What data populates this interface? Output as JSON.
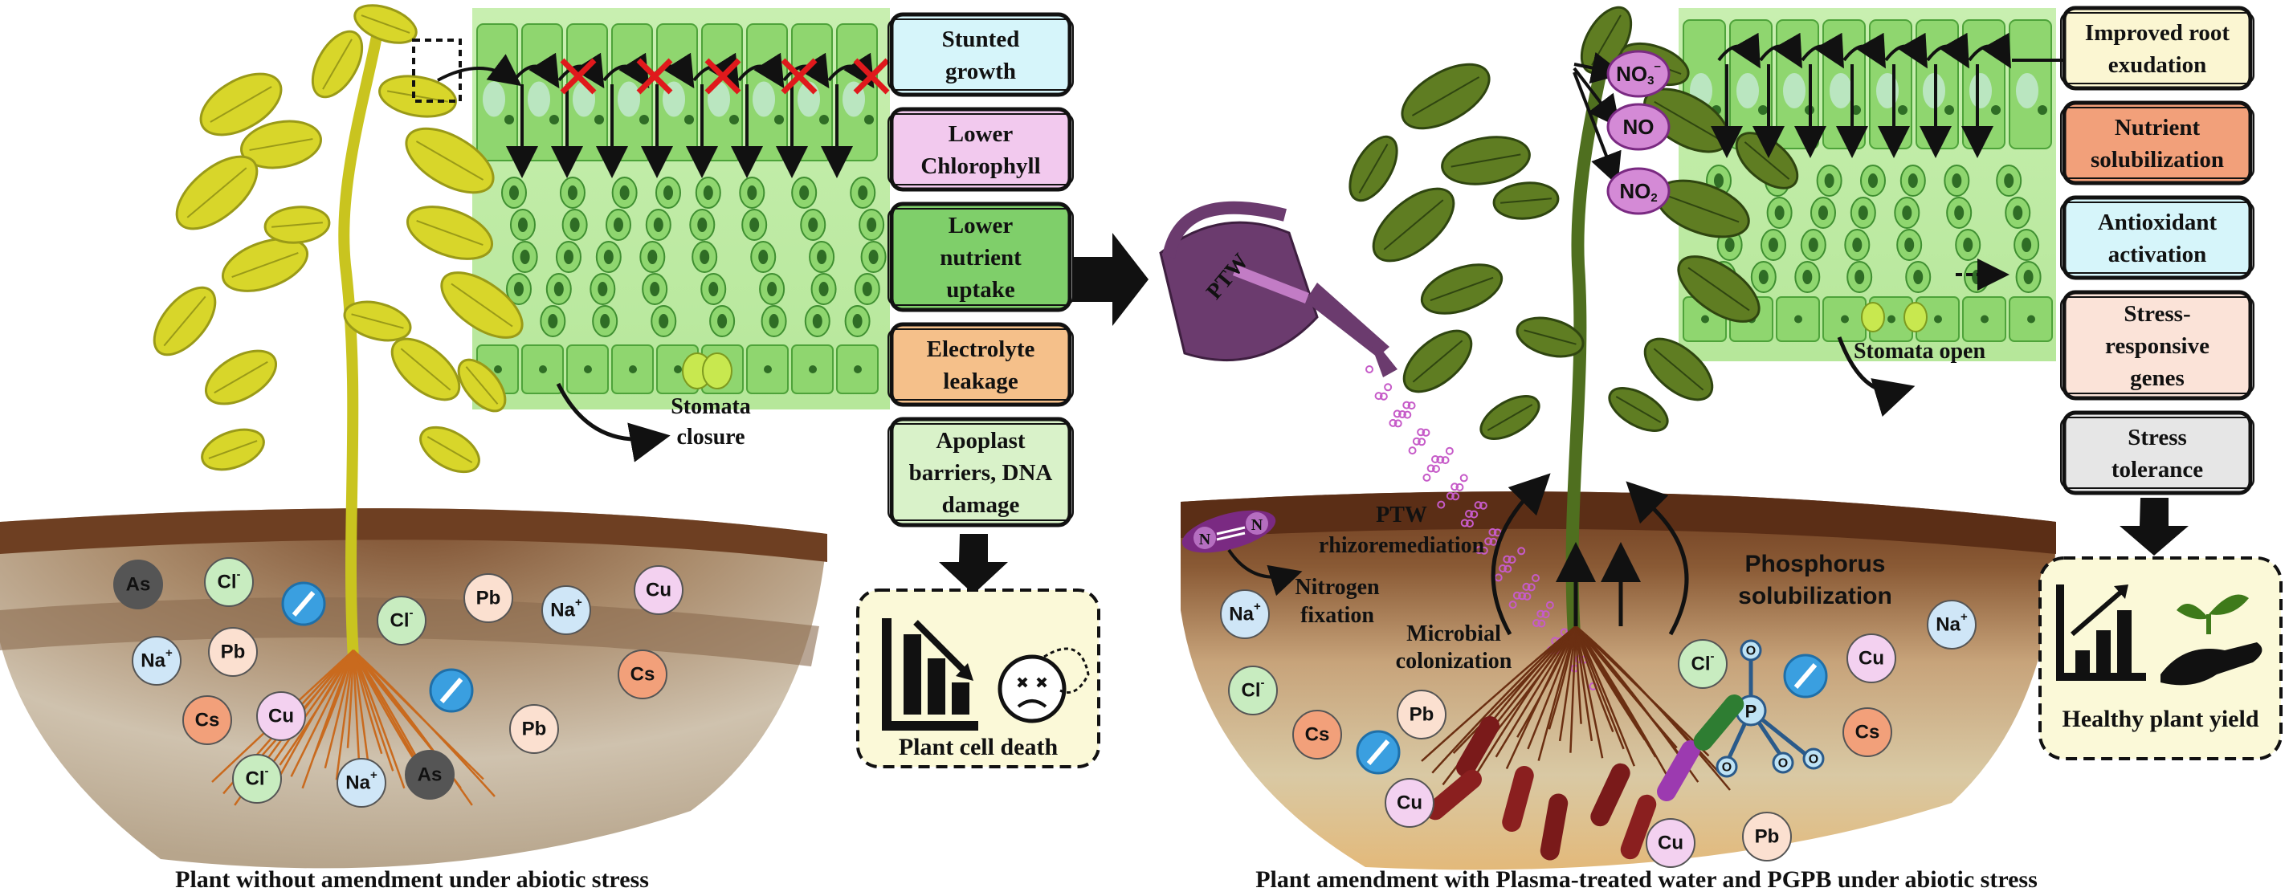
{
  "left_panel": {
    "caption": "Plant without amendment under abiotic stress",
    "stomata_label_line1": "Stomata",
    "stomata_label_line2": "closure",
    "outcome_label": "Plant cell death",
    "effect_boxes": [
      {
        "lines": [
          "Stunted",
          "growth"
        ],
        "color": "#d6f5fa"
      },
      {
        "lines": [
          "Lower",
          "Chlorophyll"
        ],
        "color": "#f2c9ee"
      },
      {
        "lines": [
          "Lower",
          "nutrient",
          "uptake"
        ],
        "color": "#7fcf6a"
      },
      {
        "lines": [
          "Electrolyte",
          "leakage"
        ],
        "color": "#f5c08a"
      },
      {
        "lines": [
          "Apoplast",
          "barriers, DNA",
          "damage"
        ],
        "color": "#d9f2c9"
      }
    ],
    "soil_ions": [
      {
        "label": "As",
        "sup": "",
        "color": "#555555"
      },
      {
        "label": "Cl",
        "sup": "-",
        "color": "#c8ecc0"
      },
      {
        "label": "Cl",
        "sup": "-",
        "color": "#c8ecc0"
      },
      {
        "label": "Pb",
        "sup": "",
        "color": "#fbe0d0"
      },
      {
        "label": "Na",
        "sup": "+",
        "color": "#cfe6f7"
      },
      {
        "label": "Cu",
        "sup": "",
        "color": "#f3d1f0"
      },
      {
        "label": "Na",
        "sup": "+",
        "color": "#cfe6f7"
      },
      {
        "label": "Pb",
        "sup": "",
        "color": "#fbe0d0"
      },
      {
        "label": "Cs",
        "sup": "",
        "color": "#f2a07a"
      },
      {
        "label": "Cs",
        "sup": "",
        "color": "#f2a07a"
      },
      {
        "label": "Cu",
        "sup": "",
        "color": "#f3d1f0"
      },
      {
        "label": "Pb",
        "sup": "",
        "color": "#fbe0d0"
      },
      {
        "label": "Cl",
        "sup": "-",
        "color": "#c8ecc0"
      },
      {
        "label": "Na",
        "sup": "+",
        "color": "#cfe6f7"
      },
      {
        "label": "As",
        "sup": "",
        "color": "#555555"
      }
    ]
  },
  "right_panel": {
    "caption": "Plant amendment with Plasma-treated water and PGPB under abiotic stress",
    "watering_can_label": "PTW",
    "stomata_label": "Stomata open",
    "outcome_label": "Healthy plant yield",
    "gas_labels": [
      {
        "label": "NO",
        "sub": "3",
        "sup": "–"
      },
      {
        "label": "NO",
        "sub": "",
        "sup": ""
      },
      {
        "label": "NO",
        "sub": "2",
        "sup": ""
      }
    ],
    "soil_process_labels": {
      "ptw_line1": "PTW",
      "ptw_line2": "rhizoremediation",
      "nitrogen_line1": "Nitrogen",
      "nitrogen_line2": "fixation",
      "microbial_line1": "Microbial",
      "microbial_line2": "colonization",
      "phosphorus_line1": "Phosphorus",
      "phosphorus_line2": "solubilization",
      "phosphate_center": "P",
      "phosphate_oxygen": "O",
      "n2_atom": "N"
    },
    "effect_boxes": [
      {
        "lines": [
          "Improved root",
          "exudation"
        ],
        "color": "#fbf6d2"
      },
      {
        "lines": [
          "Nutrient",
          "solubilization"
        ],
        "color": "#f2a07a"
      },
      {
        "lines": [
          "Antioxidant",
          "activation"
        ],
        "color": "#d6f5fa"
      },
      {
        "lines": [
          "Stress-",
          "responsive",
          "genes"
        ],
        "color": "#fbe3d8"
      },
      {
        "lines": [
          "Stress",
          "tolerance"
        ],
        "color": "#e6e6e6"
      }
    ],
    "soil_ions": [
      {
        "label": "Na",
        "sup": "+",
        "color": "#cfe6f7"
      },
      {
        "label": "Cl",
        "sup": "-",
        "color": "#c8ecc0"
      },
      {
        "label": "Cs",
        "sup": "",
        "color": "#f2a07a"
      },
      {
        "label": "Pb",
        "sup": "",
        "color": "#fbe0d0"
      },
      {
        "label": "Cu",
        "sup": "",
        "color": "#f3d1f0"
      },
      {
        "label": "Cu",
        "sup": "",
        "color": "#f3d1f0"
      },
      {
        "label": "Pb",
        "sup": "",
        "color": "#fbe0d0"
      },
      {
        "label": "Cl",
        "sup": "-",
        "color": "#c8ecc0"
      },
      {
        "label": "Cu",
        "sup": "",
        "color": "#f3d1f0"
      },
      {
        "label": "Cs",
        "sup": "",
        "color": "#f2a07a"
      },
      {
        "label": "Na",
        "sup": "+",
        "color": "#cfe6f7"
      }
    ]
  },
  "colors": {
    "leaf_yellow": "#d8d62a",
    "leaf_green": "#5f7d22",
    "cell_green": "#8fd66f",
    "cell_dark": "#2f6d25",
    "stress_cross": "#e0191c",
    "ptw_can": "#6b3b6e",
    "droplet": "#3a9fe0"
  }
}
